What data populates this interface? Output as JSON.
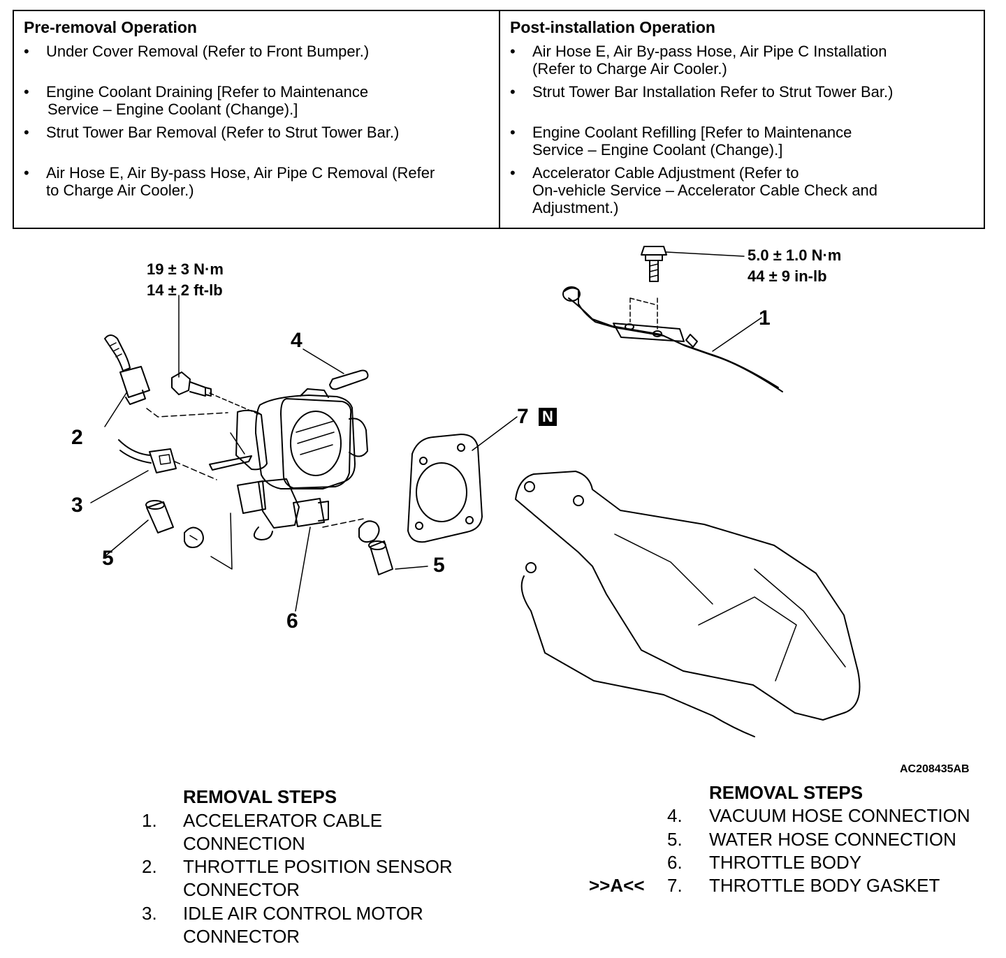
{
  "operations": {
    "pre_removal": {
      "title": "Pre-removal Operation",
      "items": [
        [
          "Under Cover Removal (Refer to Front Bumper.)"
        ],
        [
          "Engine Coolant Draining [Refer to Maintenance",
          "Service – Engine Coolant (Change).]"
        ],
        [
          "Strut Tower Bar Removal (Refer to Strut Tower Bar.)"
        ],
        [
          "Air Hose E, Air By-pass Hose, Air Pipe C Removal (Refer",
          "to Charge Air Cooler.)"
        ]
      ]
    },
    "post_installation": {
      "title": "Post-installation Operation",
      "items": [
        [
          "Air Hose E, Air By-pass Hose, Air Pipe C Installation",
          "(Refer to Charge Air Cooler.)"
        ],
        [
          "Strut Tower Bar Installation Refer to Strut Tower Bar.)"
        ],
        [
          "Engine Coolant Refilling [Refer to Maintenance",
          "Service – Engine Coolant (Change).]"
        ],
        [
          "Accelerator Cable Adjustment (Refer to",
          "On-vehicle Service – Accelerator Cable Check and",
          "Adjustment.)"
        ]
      ]
    },
    "bullet": "•"
  },
  "diagram": {
    "torque_throttle_bolt": [
      "19 ± 3 N·m",
      "14 ± 2 ft-lb"
    ],
    "torque_cable_bolt": [
      "5.0 ± 1.0 N·m",
      "44 ± 9 in-lb"
    ],
    "callouts": {
      "c1": "1",
      "c2": "2",
      "c3": "3",
      "c4": "4",
      "c5a": "5",
      "c5b": "5",
      "c6": "6",
      "c7": "7"
    },
    "new_part_badge": "N",
    "figure_code": "AC208435AB"
  },
  "removal_steps": {
    "heading_left": "REMOVAL STEPS",
    "heading_right": "REMOVAL STEPS",
    "left": [
      {
        "num": "1.",
        "lines": [
          "ACCELERATOR CABLE",
          "CONNECTION"
        ]
      },
      {
        "num": "2.",
        "lines": [
          "THROTTLE POSITION SENSOR",
          "CONNECTOR"
        ]
      },
      {
        "num": "3.",
        "lines": [
          "IDLE AIR CONTROL MOTOR",
          "CONNECTOR"
        ]
      }
    ],
    "right": [
      {
        "num": "4.",
        "lines": [
          "VACUUM HOSE CONNECTION"
        ],
        "mark": ""
      },
      {
        "num": "5.",
        "lines": [
          "WATER HOSE CONNECTION"
        ],
        "mark": ""
      },
      {
        "num": "6.",
        "lines": [
          "THROTTLE BODY"
        ],
        "mark": ""
      },
      {
        "num": "7.",
        "lines": [
          "THROTTLE BODY GASKET"
        ],
        "mark": ">>A<<"
      }
    ]
  }
}
